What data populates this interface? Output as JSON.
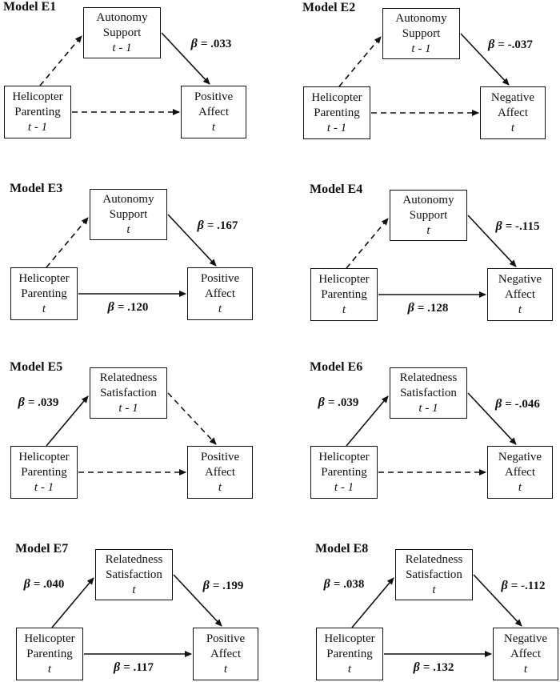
{
  "colors": {
    "ink": "#111111",
    "background": "#ffffff"
  },
  "models": [
    {
      "title": "Model E1",
      "predictor": {
        "line1": "Helicopter",
        "line2": "Parenting",
        "time": "t - 1"
      },
      "mediator": {
        "line1": "Autonomy",
        "line2": "Support",
        "time": "t - 1"
      },
      "outcome": {
        "line1": "Positive",
        "line2": "Affect",
        "time": "t"
      },
      "paths": {
        "a": {
          "style": "dashed"
        },
        "b": {
          "style": "solid",
          "beta": "β",
          "value": "= .033"
        },
        "c": {
          "style": "dashed"
        }
      }
    },
    {
      "title": "Model E2",
      "predictor": {
        "line1": "Helicopter",
        "line2": "Parenting",
        "time": "t - 1"
      },
      "mediator": {
        "line1": "Autonomy",
        "line2": "Support",
        "time": "t - 1"
      },
      "outcome": {
        "line1": "Negative",
        "line2": "Affect",
        "time": "t"
      },
      "paths": {
        "a": {
          "style": "dashed"
        },
        "b": {
          "style": "solid",
          "beta": "β",
          "value": "= -.037"
        },
        "c": {
          "style": "dashed"
        }
      }
    },
    {
      "title": "Model E3",
      "predictor": {
        "line1": "Helicopter",
        "line2": "Parenting",
        "time": "t"
      },
      "mediator": {
        "line1": "Autonomy",
        "line2": "Support",
        "time": "t"
      },
      "outcome": {
        "line1": "Positive",
        "line2": "Affect",
        "time": "t"
      },
      "paths": {
        "a": {
          "style": "dashed"
        },
        "b": {
          "style": "solid",
          "beta": "β",
          "value": "= .167"
        },
        "c": {
          "style": "solid",
          "beta": "β",
          "value": "= .120"
        }
      }
    },
    {
      "title": "Model E4",
      "predictor": {
        "line1": "Helicopter",
        "line2": "Parenting",
        "time": "t"
      },
      "mediator": {
        "line1": "Autonomy",
        "line2": "Support",
        "time": "t"
      },
      "outcome": {
        "line1": "Negative",
        "line2": "Affect",
        "time": "t"
      },
      "paths": {
        "a": {
          "style": "dashed"
        },
        "b": {
          "style": "solid",
          "beta": "β",
          "value": "= -.115"
        },
        "c": {
          "style": "solid",
          "beta": "β",
          "value": "= .128"
        }
      }
    },
    {
      "title": "Model E5",
      "predictor": {
        "line1": "Helicopter",
        "line2": "Parenting",
        "time": "t - 1"
      },
      "mediator": {
        "line1": "Relatedness",
        "line2": "Satisfaction",
        "time": "t - 1"
      },
      "outcome": {
        "line1": "Positive",
        "line2": "Affect",
        "time": "t"
      },
      "paths": {
        "a": {
          "style": "solid",
          "beta": "β",
          "value": "= .039"
        },
        "b": {
          "style": "dashed"
        },
        "c": {
          "style": "dashed"
        }
      }
    },
    {
      "title": "Model E6",
      "predictor": {
        "line1": "Helicopter",
        "line2": "Parenting",
        "time": "t - 1"
      },
      "mediator": {
        "line1": "Relatedness",
        "line2": "Satisfaction",
        "time": "t - 1"
      },
      "outcome": {
        "line1": "Negative",
        "line2": "Affect",
        "time": "t"
      },
      "paths": {
        "a": {
          "style": "solid",
          "beta": "β",
          "value": "= .039"
        },
        "b": {
          "style": "solid",
          "beta": "β",
          "value": "= -.046"
        },
        "c": {
          "style": "dashed"
        }
      }
    },
    {
      "title": "Model E7",
      "predictor": {
        "line1": "Helicopter",
        "line2": "Parenting",
        "time": "t"
      },
      "mediator": {
        "line1": "Relatedness",
        "line2": "Satisfaction",
        "time": "t"
      },
      "outcome": {
        "line1": "Positive",
        "line2": "Affect",
        "time": "t"
      },
      "paths": {
        "a": {
          "style": "solid",
          "beta": "β",
          "value": "= .040"
        },
        "b": {
          "style": "solid",
          "beta": "β",
          "value": "= .199"
        },
        "c": {
          "style": "solid",
          "beta": "β",
          "value": "= .117"
        }
      }
    },
    {
      "title": "Model E8",
      "predictor": {
        "line1": "Helicopter",
        "line2": "Parenting",
        "time": "t"
      },
      "mediator": {
        "line1": "Relatedness",
        "line2": "Satisfaction",
        "time": "t"
      },
      "outcome": {
        "line1": "Negative",
        "line2": "Affect",
        "time": "t"
      },
      "paths": {
        "a": {
          "style": "solid",
          "beta": "β",
          "value": "= .038"
        },
        "b": {
          "style": "solid",
          "beta": "β",
          "value": "= -.112"
        },
        "c": {
          "style": "solid",
          "beta": "β",
          "value": "= .132"
        }
      }
    }
  ]
}
